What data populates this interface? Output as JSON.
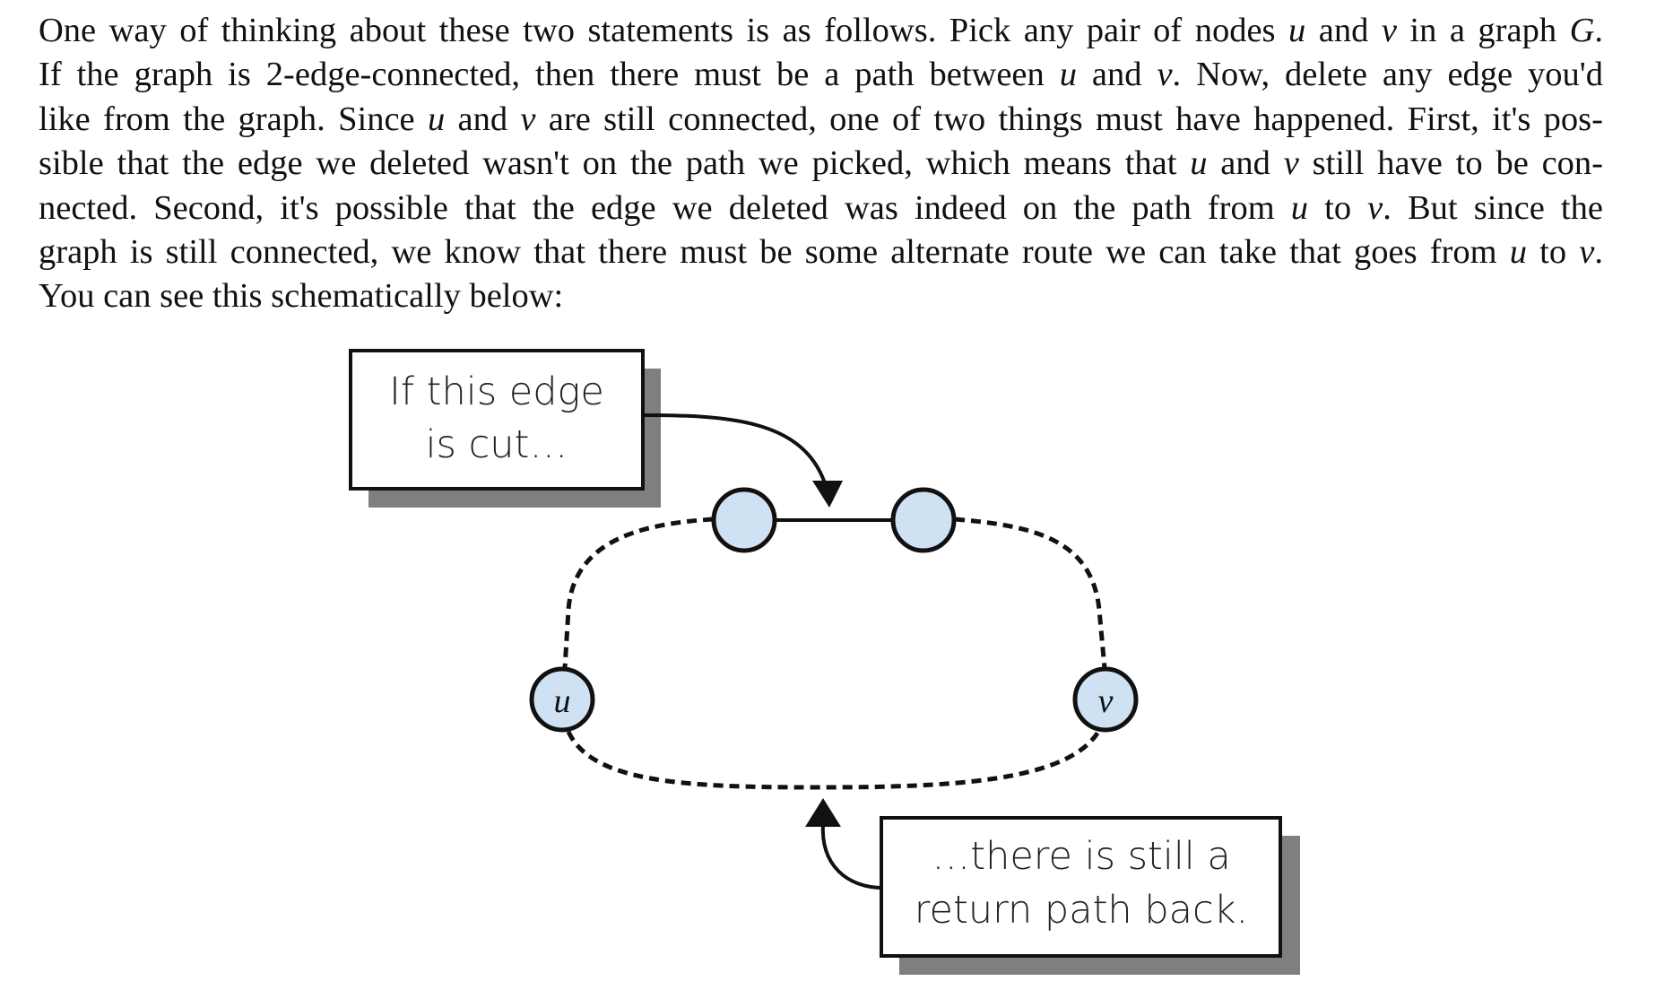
{
  "paragraph": {
    "l1_a": "One way of thinking about these two statements is as follows.  Pick any pair of nodes ",
    "l1_u": "u",
    "l1_b": " and ",
    "l1_v": "v",
    "l1_c": " in a graph ",
    "l1_G": "G",
    "l1_d": ".",
    "l2_a": "If the graph is 2-edge-connected, then there must be a path between ",
    "l2_u": "u",
    "l2_b": " and ",
    "l2_v": "v",
    "l2_c": ".  Now, delete any edge you'd",
    "l3_a": "like from the graph.  Since ",
    "l3_u": "u",
    "l3_b": " and ",
    "l3_v": "v",
    "l3_c": " are still connected, one of two things must have happened.  First, it's pos-",
    "l4_a": "sible that the edge we deleted wasn't on the path we picked, which means that ",
    "l4_u": "u",
    "l4_b": " and ",
    "l4_v": "v",
    "l4_c": " still have to be con-",
    "l5_a": "nected.  Second, it's possible that the edge we deleted was indeed on the path from ",
    "l5_u": "u",
    "l5_b": " to ",
    "l5_v": "v",
    "l5_c": ".  But since the",
    "l6_a": "graph is still connected, we know that there must be some alternate route we can take that goes from ",
    "l6_u": "u",
    "l6_b": " to ",
    "l6_v": "v",
    "l6_c": ".",
    "l7": "You can see this schematically below:"
  },
  "figure": {
    "callout_top_line1": "If this edge",
    "callout_top_line2": "is cut…",
    "callout_bottom_line1": "…there is still a",
    "callout_bottom_line2": "return path back.",
    "node_u_label": "u",
    "node_v_label": "v",
    "colors": {
      "node_fill": "#cfe2f3",
      "stroke": "#111111",
      "shadow": "#7f7f7f"
    }
  }
}
